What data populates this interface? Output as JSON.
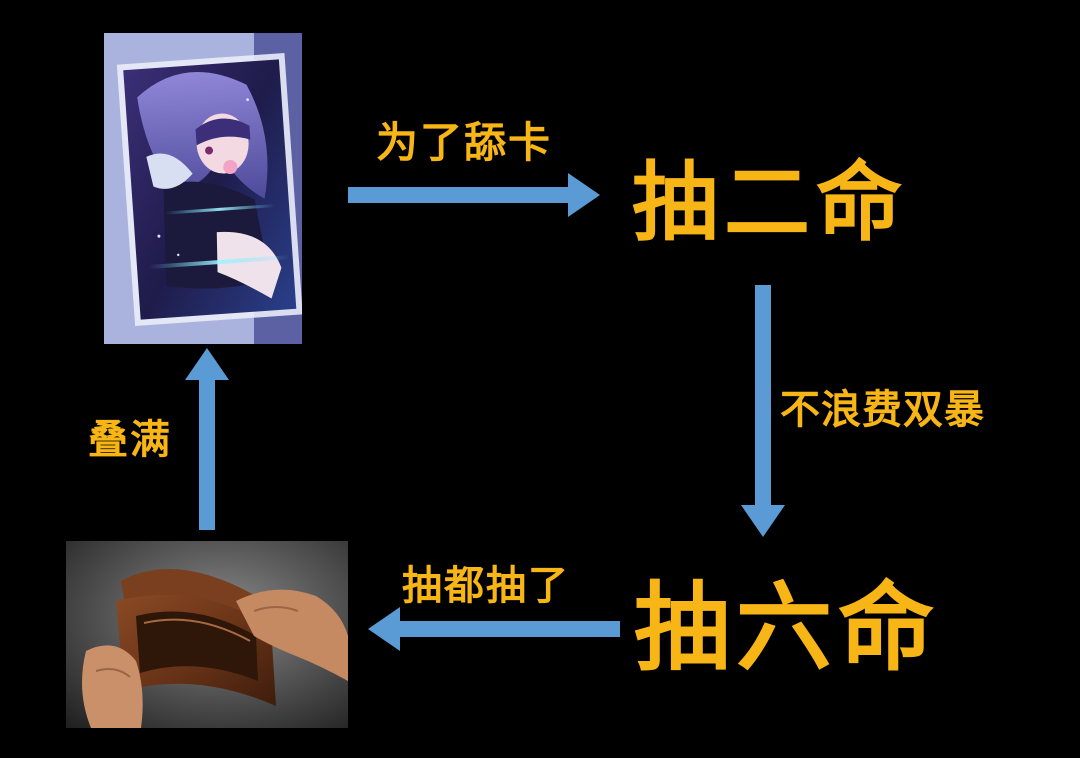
{
  "nodes": {
    "node_two": "抽二命",
    "node_six": "抽六命",
    "card_image": "anime-character-card",
    "wallet_image": "empty-wallet-photo"
  },
  "edges": {
    "card_to_two": "为了舔卡",
    "two_to_six": "不浪费双暴",
    "six_to_wallet": "抽都抽了",
    "wallet_to_card": "叠满"
  },
  "colors": {
    "background": "#000000",
    "text": "#f7b516",
    "arrow": "#5b9bd5"
  }
}
